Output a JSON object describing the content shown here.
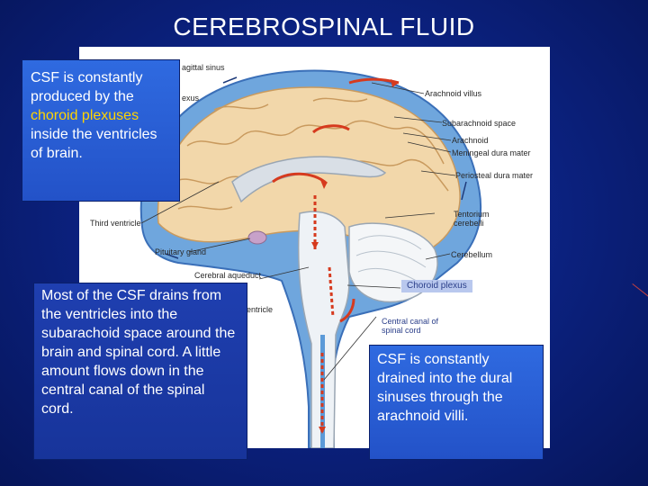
{
  "slide": {
    "title": "CEREBROSPINAL FLUID"
  },
  "callouts": {
    "top_left": {
      "part1": "CSF is constantly produced by the ",
      "highlight": "choroid plexuses",
      "part2": " inside the ventricles of brain."
    },
    "bottom_left": "Most of the CSF drains from the ventricles into the subarachoid space around the brain and spinal cord. A little amount flows down in the central canal of the spinal cord.",
    "bottom_right": "CSF is constantly drained into the dural  sinuses through the arachnoid villi."
  },
  "diagram_labels": {
    "sagittal_sinus": "agittal sinus",
    "plexus_fragment": "exus",
    "arachnoid_villus": "Arachnoid villus",
    "subarachnoid_space": "Subarachnoid space",
    "arachnoid": "Arachnoid",
    "meningeal_dura": "Meningeal dura mater",
    "periosteal_dura": "Periosteal dura mater",
    "third_ventricle": "Third ventricle",
    "tentorium": "Tentorium cerebelli",
    "pituitary": "Pituitary gland",
    "cerebellum": "Cerebellum",
    "cerebral_aqueduct": "Cerebral aqueduct",
    "choroid_plexus": "Choroid plexus",
    "ventricle_fragment": "entricle",
    "central_canal": "Central canal of spinal cord"
  },
  "colors": {
    "background": "#0c2384",
    "callout_blue": "#2f6ae0",
    "highlight_yellow": "#ffd400",
    "csf_blue": "#5b9ad8",
    "brain_tan": "#f0d6a8",
    "flow_red": "#d63a1e"
  }
}
